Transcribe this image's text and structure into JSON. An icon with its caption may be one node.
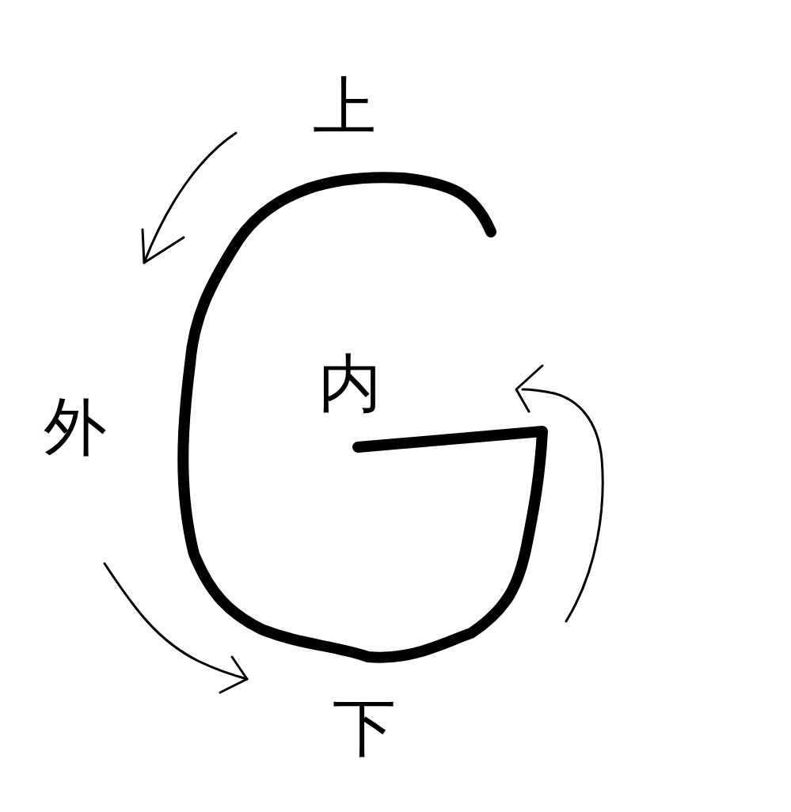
{
  "diagram": {
    "labels": [
      "上",
      "内",
      "外",
      "下"
    ]
  }
}
